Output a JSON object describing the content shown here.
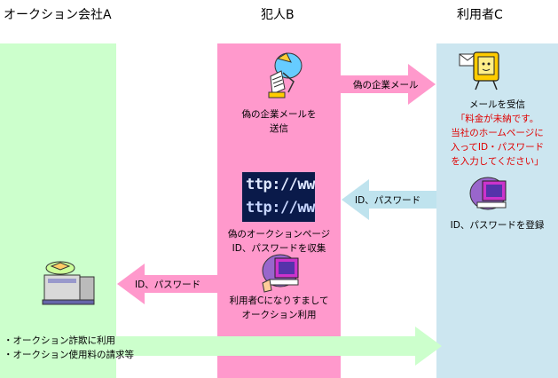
{
  "headers": {
    "auction": "オークション会社A",
    "criminal": "犯人B",
    "user": "利用者C"
  },
  "criminal": {
    "send_fake_mail": [
      "偽の企業メールを",
      "送信"
    ],
    "url_image_text": [
      "ttp://ww",
      "ttp://ww"
    ],
    "collect": [
      "偽のオークションページ",
      "ID、パスワードを収集"
    ],
    "impersonate": [
      "利用者Cになりすまして",
      "オークション利用"
    ]
  },
  "user": {
    "receive": "メールを受信",
    "message": [
      "「料金が未納です。",
      "当社のホームページに",
      "入ってID・パスワード",
      "を入力してください」"
    ],
    "register": "ID、パスワードを登録"
  },
  "arrows": {
    "fake_mail": "偽の企業メール",
    "id_password_to_b": "ID、パスワード",
    "id_password_to_a": "ID、パスワード"
  },
  "auction": {
    "bullets": [
      "・オークション詐欺に利用",
      "・オークション使用料の請求等"
    ]
  },
  "colors": {
    "auction_col": "#ccffcc",
    "criminal_col": "#ff99cc",
    "user_col": "#cce6f0",
    "pink_arrow": "#ff99cc",
    "blue_arrow": "#bfe3ee",
    "green_arrow": "#ccffcc",
    "alert_text": "#e00000"
  },
  "icons": [
    "hacker-icon",
    "mail-computer-icon",
    "url-screen-image",
    "hacker-computer-icon",
    "server-computer-icon"
  ]
}
